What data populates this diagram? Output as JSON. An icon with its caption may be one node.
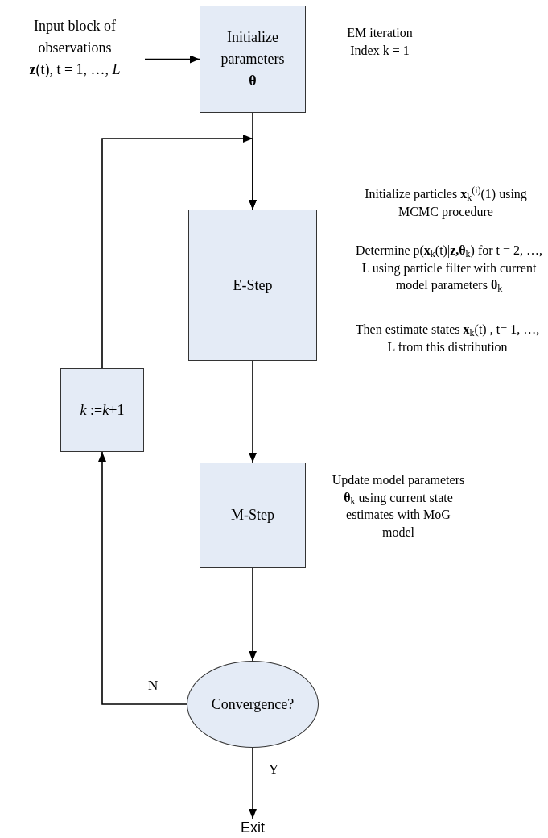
{
  "diagram": {
    "nodes": [
      {
        "text": [
          "Input block of observations",
          "**z**(t), t = 1, …, *L*"
        ]
      },
      {
        "text": [
          "Initialize parameters",
          "θ"
        ]
      },
      {
        "text": [
          "E-Step"
        ]
      },
      {
        "text": [
          "M-Step"
        ]
      },
      {
        "text": [
          "Convergence?"
        ]
      },
      {
        "text": [
          "*k* :=*k*+1"
        ]
      },
      {
        "text": [
          "Exit"
        ]
      }
    ],
    "edges": [
      {
        "from": 0,
        "to": 1,
        "arrow": "to"
      },
      {
        "from": 1,
        "to": 2,
        "arrow": "to"
      },
      {
        "from": 2,
        "to": 3,
        "arrow": "to"
      },
      {
        "from": 3,
        "to": 4,
        "arrow": "to"
      },
      {
        "from": 4,
        "to": 5,
        "arrow": "to",
        "label": "N"
      },
      {
        "from": 5,
        "to": 2,
        "arrow": "to"
      },
      {
        "from": 4,
        "to": 6,
        "arrow": "to",
        "label": "Y"
      }
    ],
    "labels": [
      "EM iteration Index k = 1",
      "Initialize particles **x**$_{k}$$^{(i)}$(1) using MCMC procedure",
      "Determine p(**x**$_{k}$(t)|**z,θ**$_{k}$) for t = 2, …,  L  using particle filter with current model parameters **θ**$_{k}$",
      "Then estimate states **x**$_{k}$(t) , t= 1, …, L from this distribution",
      "Update model parameters **θ**$_{k}$ using current state estimates with MoG model"
    ]
  }
}
